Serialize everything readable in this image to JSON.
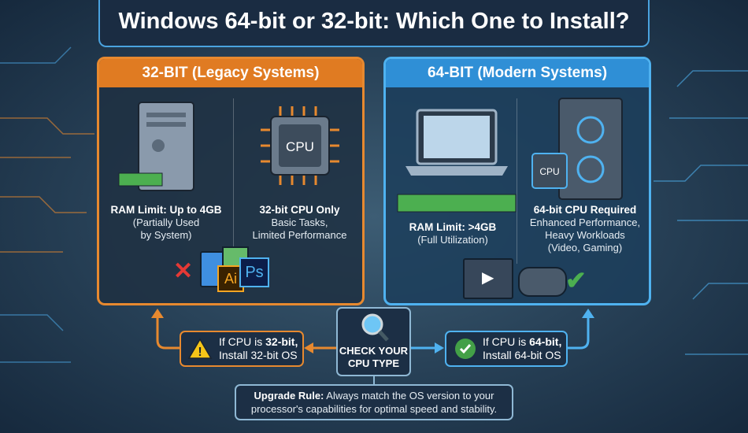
{
  "title": "Windows 64-bit or 32-bit: Which One to Install?",
  "left_panel": {
    "header": "32-BIT (Legacy Systems)",
    "accent": "#e07b22",
    "ram_title": "RAM Limit: Up to 4GB",
    "ram_note_1": "(Partially Used",
    "ram_note_2": "by System)",
    "cpu_title": "32-bit CPU Only",
    "cpu_note_1": "Basic Tasks,",
    "cpu_note_2": "Limited Performance",
    "cpu_chip_label": "CPU",
    "app_icons": [
      "x-mark-icon",
      "document-icon",
      "illustrator-icon",
      "photoshop-icon"
    ],
    "ai_label": "Ai",
    "ps_label": "Ps"
  },
  "right_panel": {
    "header": "64-BIT (Modern Systems)",
    "accent": "#2f8fd6",
    "ram_title": "RAM Limit: >4GB",
    "ram_note": "(Full Utilization)",
    "cpu_title": "64-bit CPU Required",
    "cpu_note_1": "Enhanced Performance,",
    "cpu_note_2": "Heavy Workloads",
    "cpu_note_3": "(Video, Gaming)",
    "cpu_chip_label": "CPU",
    "app_icons": [
      "video-player-icon",
      "gamepad-icon",
      "checkmark-icon"
    ]
  },
  "flow": {
    "center": "CHECK YOUR",
    "center_2": "CPU TYPE",
    "left_prefix": "If CPU is ",
    "left_bold": "32-bit,",
    "left_line2": "Install 32-bit OS",
    "right_prefix": "If CPU is ",
    "right_bold": "64-bit,",
    "right_line2": "Install 64-bit OS",
    "rule_label": "Upgrade Rule:",
    "rule_text_1": " Always match the OS version to your",
    "rule_text_2": "processor's capabilities for optimal speed and stability."
  }
}
